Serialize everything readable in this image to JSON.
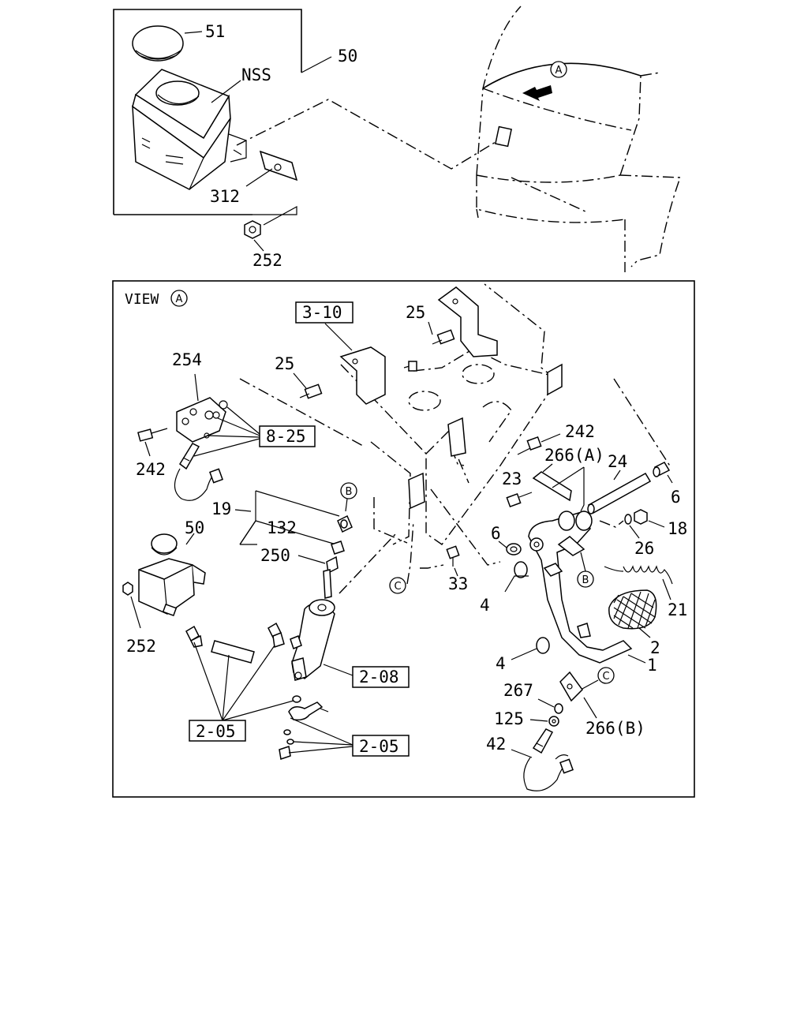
{
  "top_panel": {
    "labels": {
      "cap": "51",
      "tank": "50",
      "nss": "NSS",
      "bracket": "312",
      "nut": "252"
    }
  },
  "cab": {
    "view_marker": "A"
  },
  "view_panel": {
    "title": "VIEW",
    "title_marker": "A",
    "ref_boxes": {
      "frame": "3-10",
      "switch_bracket": "8-25",
      "master_cylinder": "2-08",
      "hose": "2-05",
      "clevis": "2-05"
    },
    "labels": {
      "bolt_upper_right": "25",
      "bolt_upper_left": "25",
      "bracket_254": "254",
      "bolt_242_left": "242",
      "bolt_242_right": "242",
      "bracket_266a": "266(A)",
      "shaft": "24",
      "bolt_23": "23",
      "bushing_6_right": "6",
      "nut_18": "18",
      "washer_26": "26",
      "bushing_6_left": "6",
      "bolt_33": "33",
      "stopper_4_upper": "4",
      "spring": "21",
      "pad": "2",
      "stopper_4_lower": "4",
      "pedal": "1",
      "rod_group": "19",
      "yoke": "132",
      "nut_250": "250",
      "reservoir": "50",
      "nut_252": "252",
      "bracket_267": "267",
      "nut_125": "125",
      "bracket_266b": "266(B)",
      "switch_42": "42"
    },
    "markers": {
      "b_upper": "B",
      "b_lower": "B",
      "c_left": "C",
      "c_right": "C"
    }
  }
}
